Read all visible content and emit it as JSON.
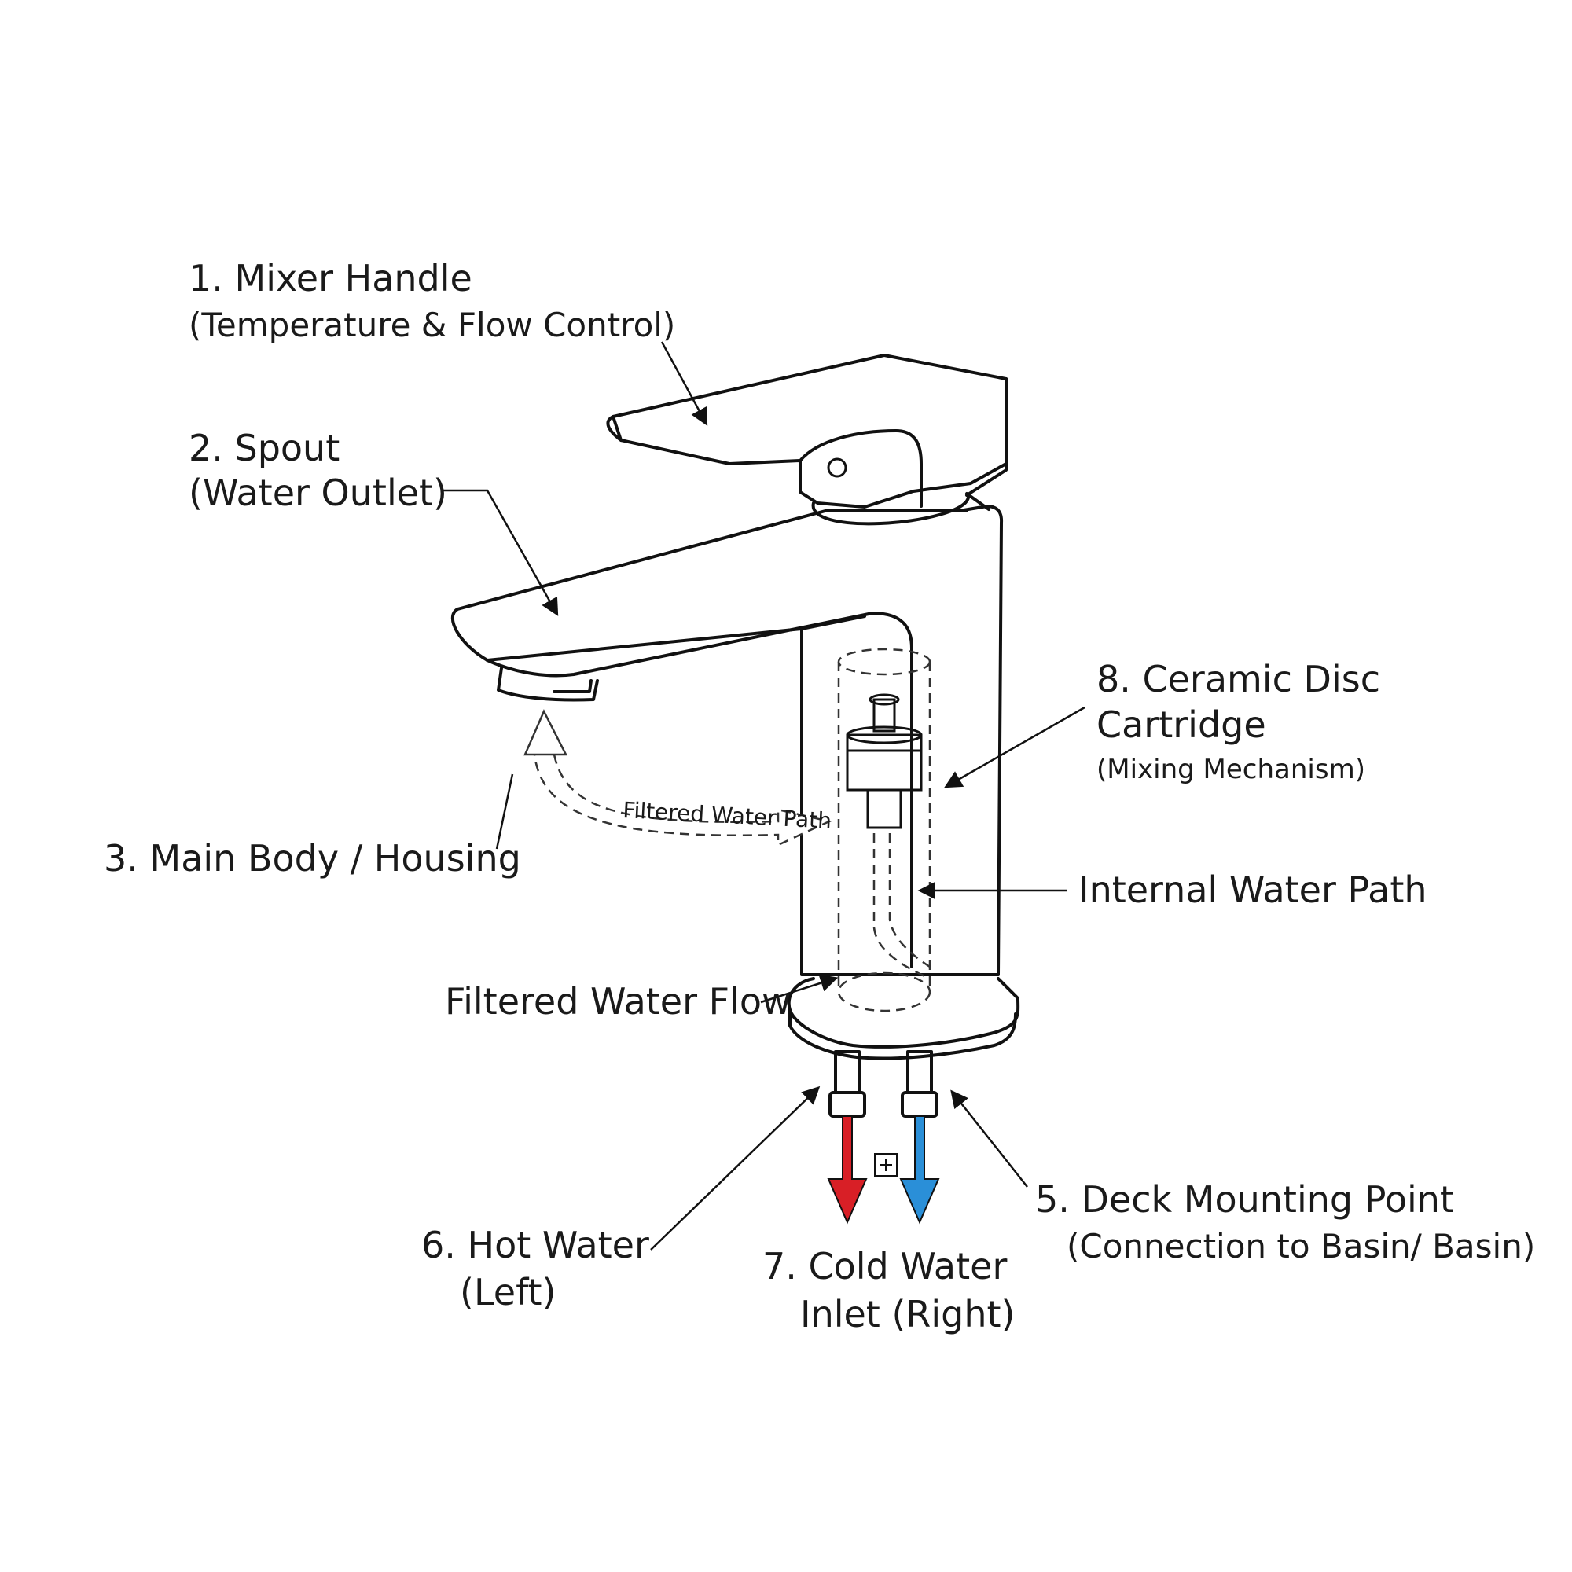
{
  "labels": {
    "mixer_handle": {
      "line1": "1. Mixer Handle",
      "line2": "(Temperature & Flow Control)"
    },
    "spout": {
      "line1": "2. Spout",
      "line2": "(Water Outlet)"
    },
    "main_body": {
      "line1": "3. Main Body / Housing"
    },
    "ceramic_disc": {
      "line1": "8. Ceramic Disc",
      "line2": "Cartridge",
      "line3": "(Mixing Mechanism)"
    },
    "internal_path": {
      "line1": "Internal Water Path"
    },
    "filtered_flow": {
      "line1": "Filtered Water Flow"
    },
    "filtered_path": {
      "line1": "Filtered Water Path"
    },
    "deck_mount": {
      "line1": "5. Deck Mounting Point",
      "line2": "(Connection to Basin/ Basin)"
    },
    "hot_water": {
      "line1": "6. Hot Water",
      "line2": "(Left)"
    },
    "cold_water": {
      "line1": "7. Cold Water",
      "line2": "Inlet (Right)"
    }
  },
  "colors": {
    "hot": "#d81f26",
    "cold": "#2a8fd8",
    "line": "#111111"
  },
  "icons": {
    "center_marker": "plus-box-icon"
  }
}
